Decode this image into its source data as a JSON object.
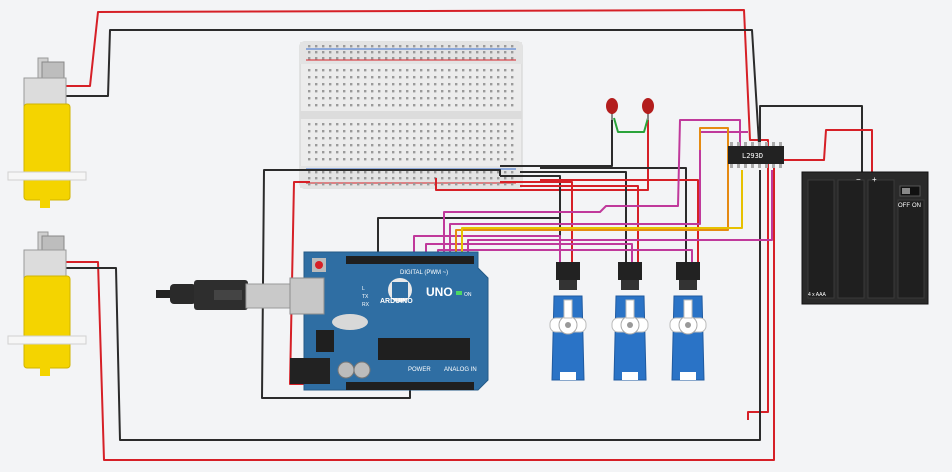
{
  "board": {
    "brand": "ARDUINO",
    "model": "UNO",
    "header_digital": "DIGITAL (PWM ~)",
    "header_power": "POWER",
    "header_analog": "ANALOG IN",
    "led_on": "ON",
    "led_l": "L",
    "led_tx": "TX",
    "led_rx": "RX"
  },
  "driver_ic": {
    "label": "L293D"
  },
  "battery": {
    "label": "4 x AAA",
    "switch_off": "OFF",
    "switch_on": "ON",
    "minus": "−",
    "plus": "+"
  },
  "colors": {
    "wire_red": "#d62027",
    "wire_black": "#2b2b2b",
    "wire_magenta": "#c0399b",
    "wire_orange": "#e58a12",
    "wire_yellow": "#e7c100",
    "wire_green": "#2aa33a",
    "arduino_blue": "#2f6ea3",
    "servo_blue": "#2a73c6",
    "motor_yellow": "#f4d400",
    "battery_black": "#2a2a2a",
    "breadboard": "#e9e9e9"
  }
}
